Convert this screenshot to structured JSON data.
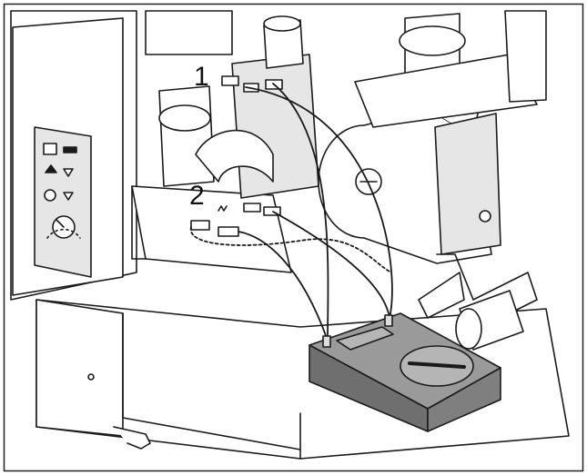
{
  "diagram": {
    "callouts": [
      {
        "id": "1",
        "text": "1"
      },
      {
        "id": "2",
        "text": "2"
      }
    ],
    "colors": {
      "line": "#1a1a1a",
      "fill_light": "#e6e6e6",
      "fill_mid": "#cfcfcf",
      "meter": "#9a9a9a",
      "meter_dark": "#6f6f6f",
      "white": "#ffffff"
    }
  }
}
